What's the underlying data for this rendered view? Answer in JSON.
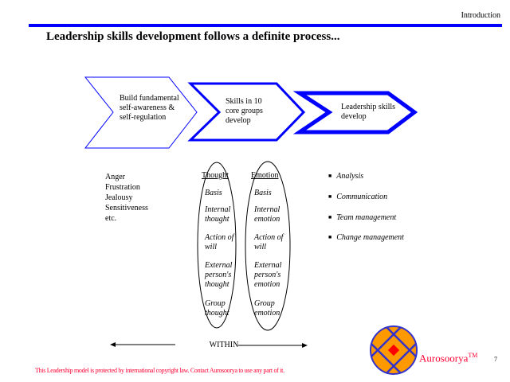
{
  "header": {
    "section": "Introduction",
    "title": "Leadership skills development follows a definite process..."
  },
  "process": [
    {
      "label": "Build fundamental self-awareness & self-regulation"
    },
    {
      "label": "Skills in 10 core groups develop"
    },
    {
      "label": "Leadership skills develop"
    }
  ],
  "emotions_list": [
    "Anger",
    "Frustration",
    "Jealousy",
    "Sensitiveness",
    "etc."
  ],
  "thought": {
    "heading": "Thought",
    "items": [
      "Basis",
      "Internal thought",
      "Action of will",
      "External person's thought",
      "Group thought"
    ]
  },
  "emotion": {
    "heading": "Emotion",
    "items": [
      "Basis",
      "Internal emotion",
      "Action of will",
      "External person's emotion",
      "Group emotion"
    ]
  },
  "skills": [
    "Analysis",
    "Communication",
    "Team management",
    "Change management"
  ],
  "within_label": "WITHIN",
  "footer": {
    "copyright": "This Leadership model is protected by international copyright law.  Contact Aurosoorya to use any part of it.",
    "brand": "Aurosoorya",
    "tm": "TM",
    "page": "7"
  },
  "colors": {
    "accent": "#0000ff",
    "logo_fill": "#ff9900",
    "logo_line": "#3333cc",
    "footer_red": "#ff0033"
  }
}
